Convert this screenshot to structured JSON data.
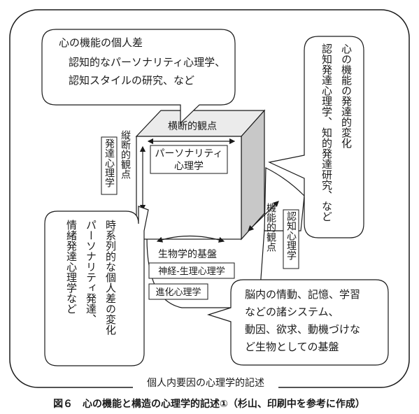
{
  "outer_frame": {
    "label": "個人内要因の心理学的記述"
  },
  "bubbles": {
    "top_left": {
      "title": "心の機能の個人差",
      "lines": [
        "認知的なパーソナリティ心理学、",
        "認知スタイルの研究、など"
      ]
    },
    "top_right": {
      "columns": [
        "心の機能の発達的変化",
        "認知発達心理学、知的発達研究、など"
      ]
    },
    "bottom_left": {
      "columns": [
        "時系列的な個人差の変化",
        "パーソナリティ発達、",
        "情緒発達心理学など"
      ]
    },
    "bottom_right": {
      "lines": [
        "脳内の情動、記憶、学習",
        "などの諸システム、",
        "動因、欲求、動機づけな",
        "ど生物としての基盤"
      ]
    }
  },
  "cube": {
    "front_label": "パーソナリティ\n心理学",
    "horizontal_axis": "横断的観点",
    "vertical_axis": "縦断的観点",
    "vertical_box": "発達心理学",
    "depth_axis": "機能的観点",
    "depth_box": "認知心理学",
    "biology_base": "生物学的基盤",
    "bio_box_1": "神経-生理心理学",
    "bio_box_2": "進化心理学"
  },
  "caption": "図６　心の機能と構造の心理学的記述①（杉山、印刷中を参考に作成）"
}
